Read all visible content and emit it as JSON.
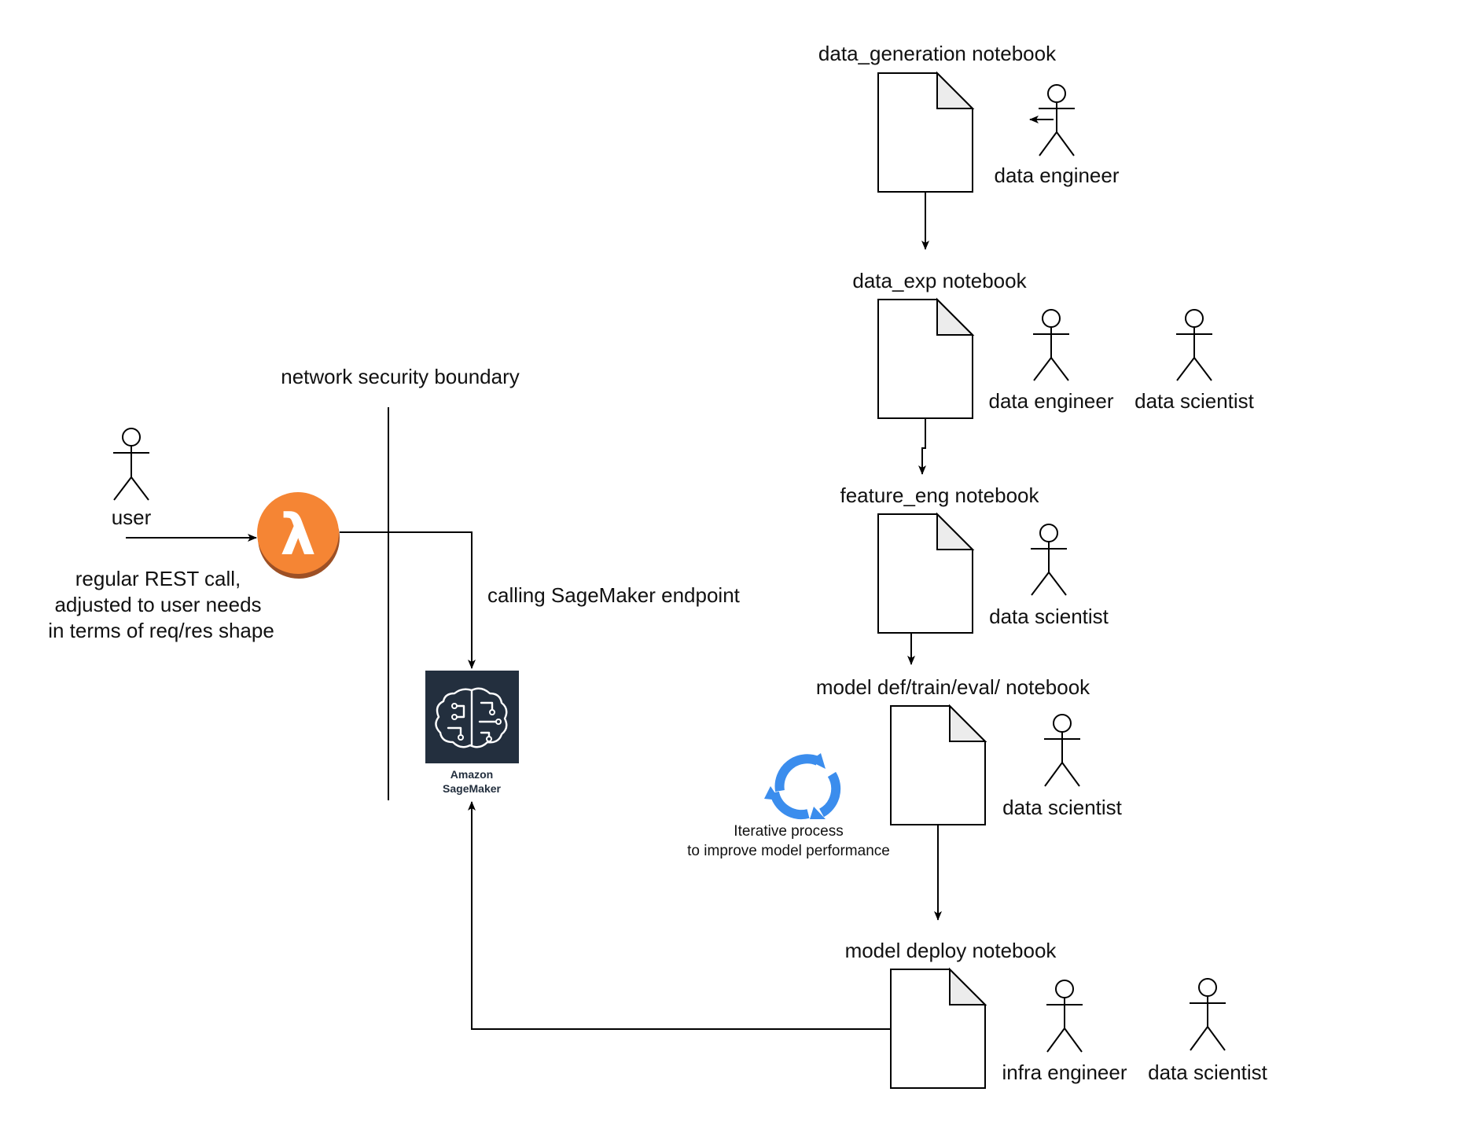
{
  "diagram": {
    "boundary_label": "network security boundary",
    "user": {
      "label": "user",
      "note": [
        "regular REST call,",
        "adjusted to user needs",
        "in terms of req/res shape"
      ]
    },
    "lambda_icon": "lambda-icon",
    "sagemaker": {
      "label_line1": "Amazon",
      "label_line2": "SageMaker",
      "icon": "sagemaker-brain-icon"
    },
    "endpoint_label": "calling SageMaker endpoint",
    "iteration": {
      "line1": "Iterative process",
      "line2": "to improve model performance",
      "icon": "refresh-cycle-icon"
    },
    "notebooks": [
      {
        "title": "data_generation notebook",
        "roles": [
          "data engineer"
        ]
      },
      {
        "title": "data_exp notebook",
        "roles": [
          "data engineer",
          "data scientist"
        ]
      },
      {
        "title": "feature_eng notebook",
        "roles": [
          "data scientist"
        ]
      },
      {
        "title": "model def/train/eval/ notebook",
        "roles": [
          "data scientist"
        ]
      },
      {
        "title": "model deploy notebook",
        "roles": [
          "infra engineer",
          "data scientist"
        ]
      }
    ]
  },
  "colors": {
    "lambda_orange": "#f58534",
    "lambda_shadow": "#9d5025",
    "sagemaker_bg": "#232f3e",
    "cycle_blue": "#3b8ded",
    "line": "#000000"
  }
}
